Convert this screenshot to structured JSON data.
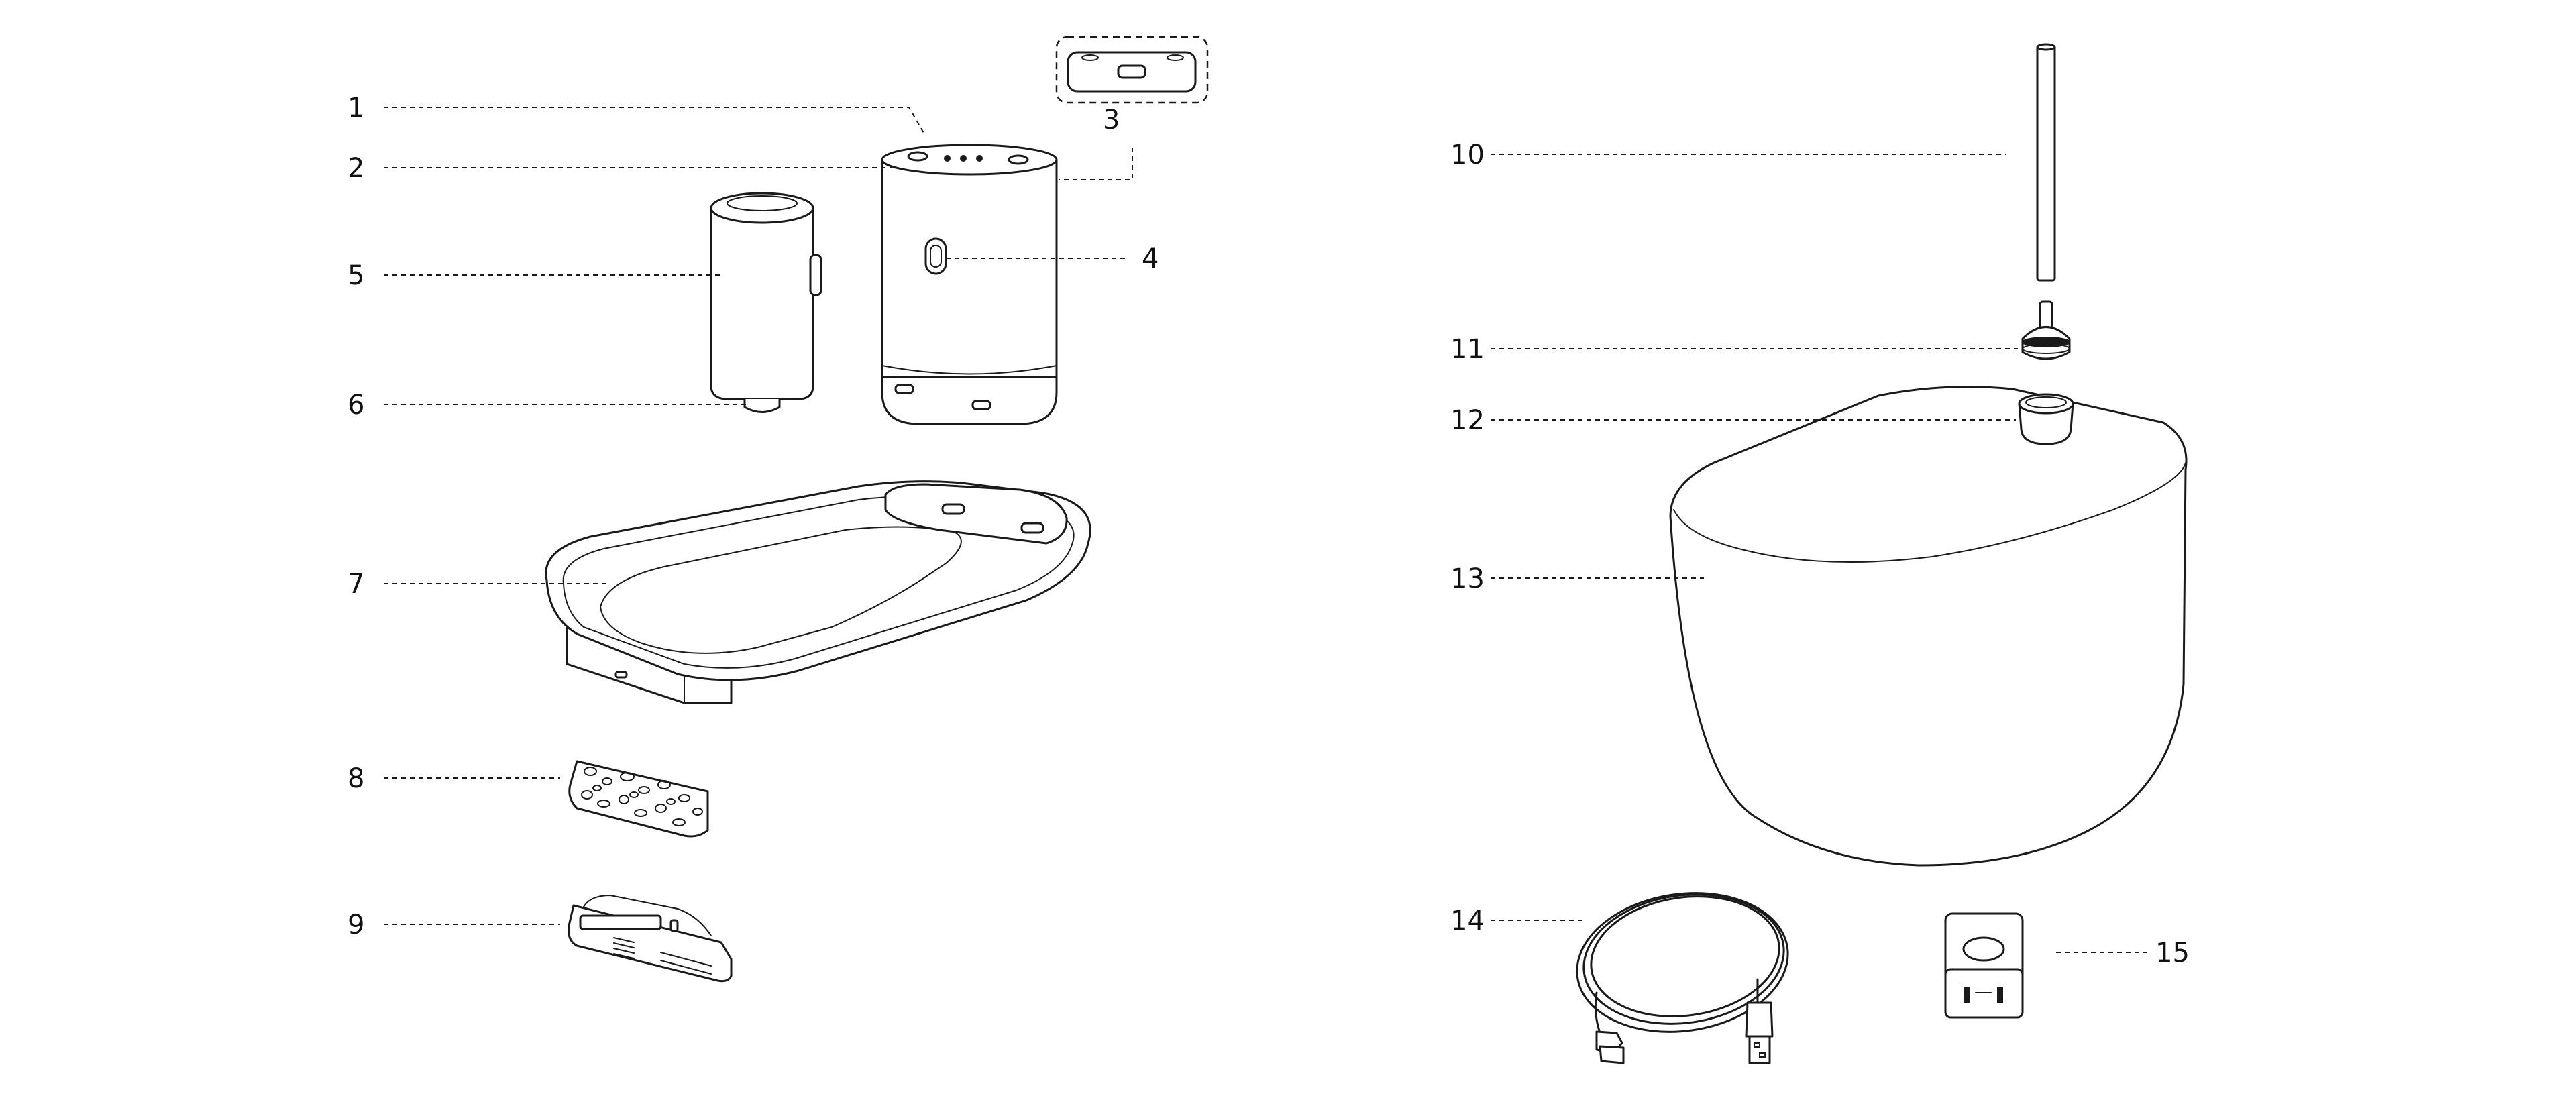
{
  "callouts": [
    {
      "id": "1",
      "text": "1"
    },
    {
      "id": "2",
      "text": "2"
    },
    {
      "id": "3",
      "text": "3"
    },
    {
      "id": "4",
      "text": "4"
    },
    {
      "id": "5",
      "text": "5"
    },
    {
      "id": "6",
      "text": "6"
    },
    {
      "id": "7",
      "text": "7"
    },
    {
      "id": "8",
      "text": "8"
    },
    {
      "id": "9",
      "text": "9"
    },
    {
      "id": "10",
      "text": "10"
    },
    {
      "id": "11",
      "text": "11"
    },
    {
      "id": "12",
      "text": "12"
    },
    {
      "id": "13",
      "text": "13"
    },
    {
      "id": "14",
      "text": "14"
    },
    {
      "id": "15",
      "text": "15"
    }
  ],
  "colors": {
    "line": "#1a1a1a",
    "background": "#ffffff"
  }
}
